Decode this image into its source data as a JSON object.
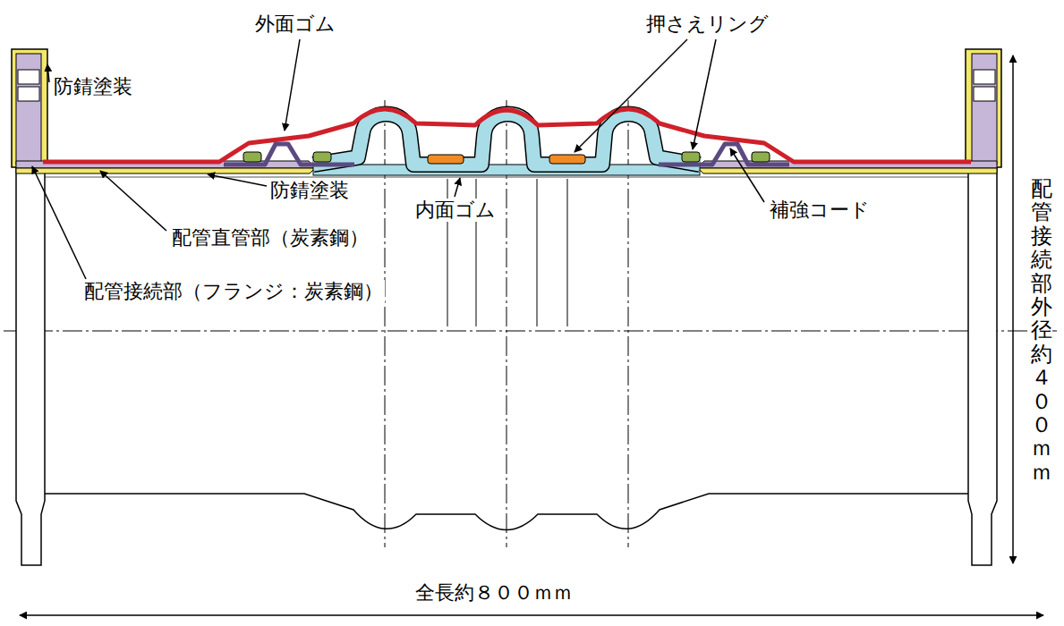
{
  "diagram": {
    "labels": [
      "外面ゴム",
      "押さえリング",
      "防錆塗装",
      "防錆塗装",
      "内面ゴム",
      "補強コード",
      "配管直管部（炭素鋼）",
      "配管接続部（フランジ：炭素鋼）",
      "配管接続部外径約４００ｍｍ",
      "全長約８００ｍｍ"
    ]
  }
}
